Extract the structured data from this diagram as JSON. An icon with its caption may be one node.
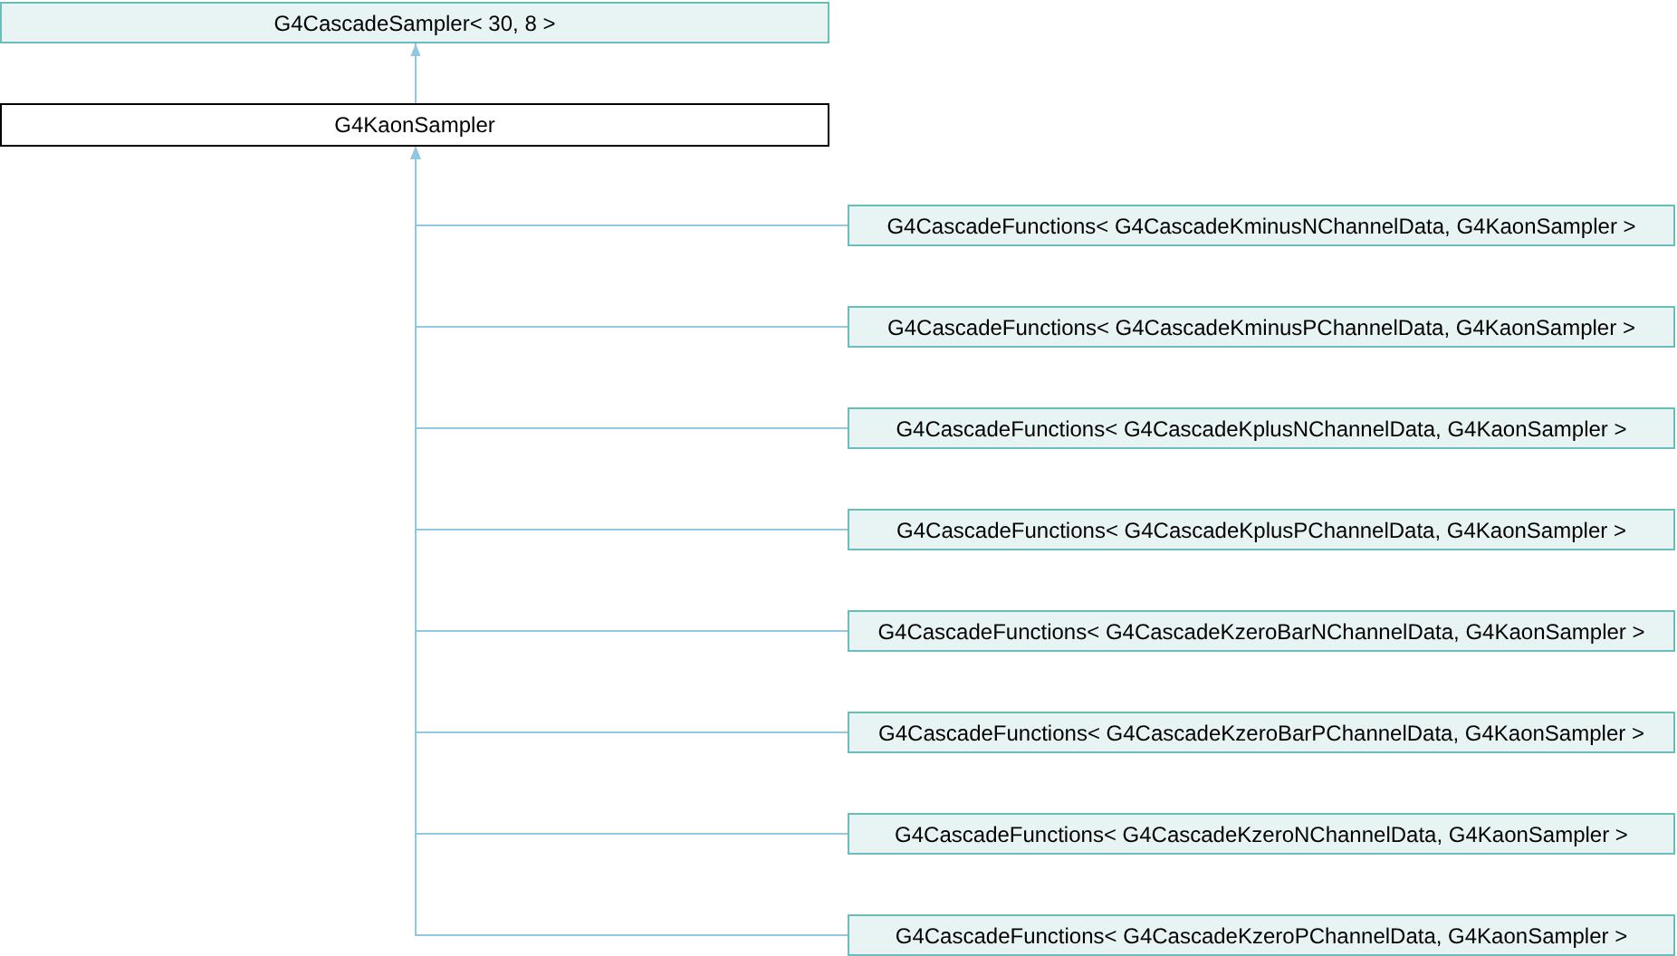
{
  "diagram": {
    "nodes": [
      {
        "text": [
          "G4CascadeSampler< 30, 8 >"
        ]
      },
      {
        "text": [
          "G4KaonSampler"
        ]
      },
      {
        "text": [
          "G4CascadeFunctions< G4CascadeKminusNChannelData, G4KaonSampler >"
        ]
      },
      {
        "text": [
          "G4CascadeFunctions< G4CascadeKminusPChannelData, G4KaonSampler >"
        ]
      },
      {
        "text": [
          "G4CascadeFunctions< G4CascadeKplusNChannelData, G4KaonSampler >"
        ]
      },
      {
        "text": [
          "G4CascadeFunctions< G4CascadeKplusPChannelData, G4KaonSampler >"
        ]
      },
      {
        "text": [
          "G4CascadeFunctions< G4CascadeKzeroBarNChannelData, G4KaonSampler >"
        ]
      },
      {
        "text": [
          "G4CascadeFunctions< G4CascadeKzeroBarPChannelData, G4KaonSampler >"
        ]
      },
      {
        "text": [
          "G4CascadeFunctions< G4CascadeKzeroNChannelData, G4KaonSampler >"
        ]
      },
      {
        "text": [
          "G4CascadeFunctions< G4CascadeKzeroPChannelData, G4KaonSampler >"
        ]
      }
    ],
    "edges": [
      {
        "from": 1,
        "to": 0,
        "arrow": "to"
      },
      {
        "from": 2,
        "to": 1,
        "arrow": "to"
      },
      {
        "from": 3,
        "to": 1,
        "arrow": "to"
      },
      {
        "from": 4,
        "to": 1,
        "arrow": "to"
      },
      {
        "from": 5,
        "to": 1,
        "arrow": "to"
      },
      {
        "from": 6,
        "to": 1,
        "arrow": "to"
      },
      {
        "from": 7,
        "to": 1,
        "arrow": "to"
      },
      {
        "from": 8,
        "to": 1,
        "arrow": "to"
      },
      {
        "from": 9,
        "to": 1,
        "arrow": "to"
      }
    ]
  }
}
